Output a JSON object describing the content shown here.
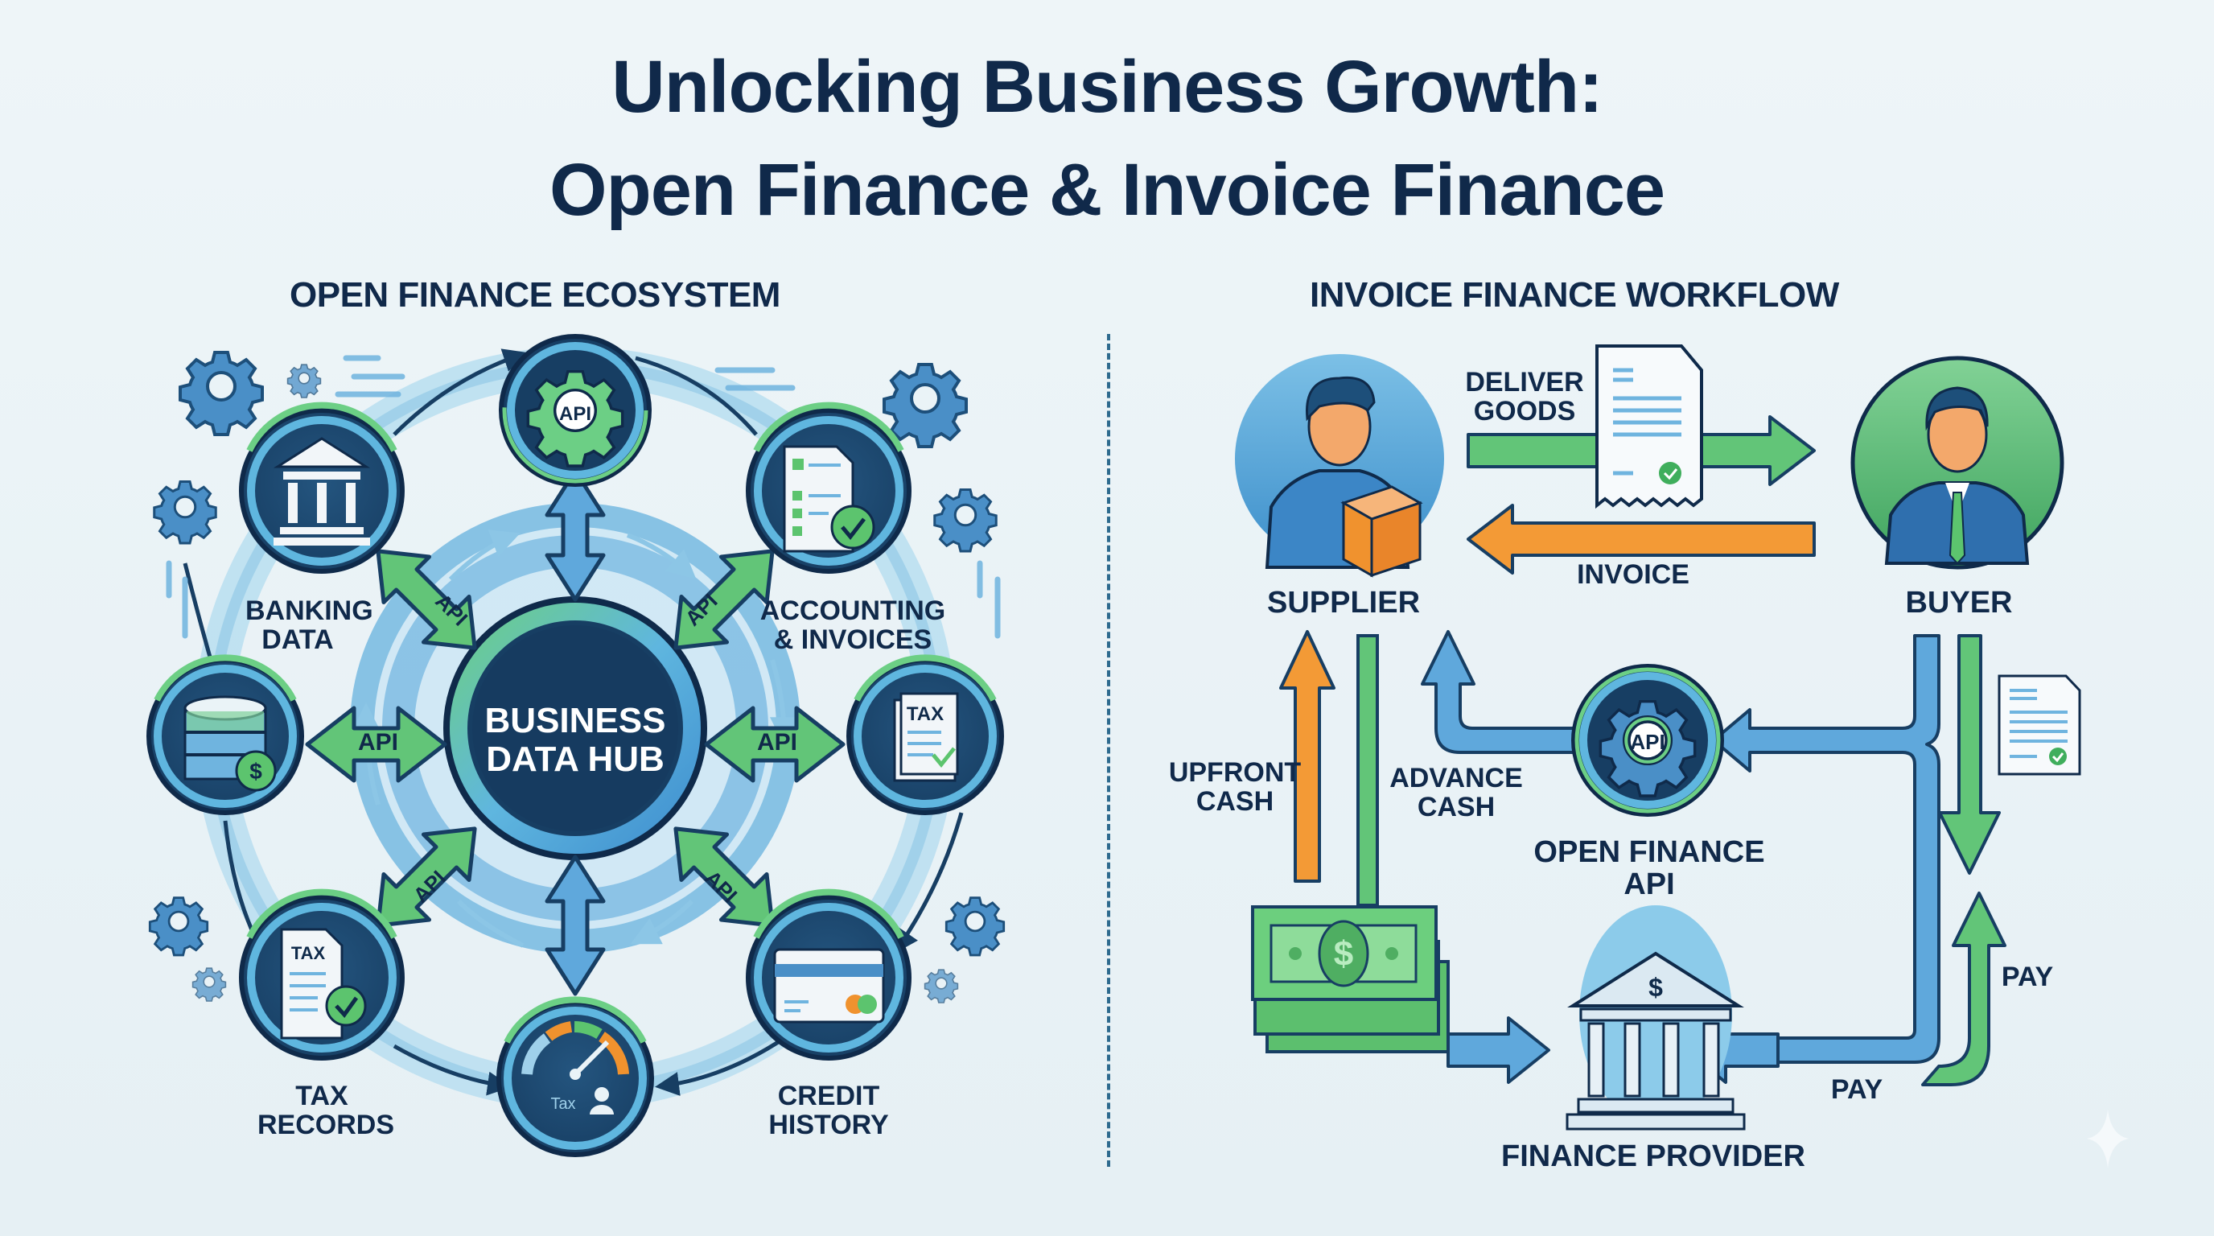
{
  "title": {
    "line1": "Unlocking Business Growth:",
    "line2": "Open Finance & Invoice Finance"
  },
  "colors": {
    "navy": "#10294a",
    "dark_blue": "#1d4f7a",
    "mid_blue": "#4a9bd4",
    "light_blue": "#9fd0ea",
    "green": "#5cc46e",
    "orange": "#f0922e",
    "background": "#eaf3f7"
  },
  "left_panel": {
    "heading": "OPEN FINANCE ECOSYSTEM",
    "hub": {
      "line1": "BUSINESS",
      "line2": "DATA HUB"
    },
    "nodes": [
      {
        "id": "api-gear",
        "icon": "gear-api-icon",
        "icon_text": "API",
        "label": ""
      },
      {
        "id": "banking",
        "icon": "bank-icon",
        "label_line1": "BANKING",
        "label_line2": "DATA"
      },
      {
        "id": "accounting",
        "icon": "checklist-document-icon",
        "label_line1": "ACCOUNTING",
        "label_line2": "& INVOICES"
      },
      {
        "id": "database",
        "icon": "database-dollar-icon",
        "label": ""
      },
      {
        "id": "tax-doc",
        "icon": "tax-document-icon",
        "icon_text": "TAX",
        "label": ""
      },
      {
        "id": "tax-records",
        "icon": "tax-check-document-icon",
        "icon_text": "TAX",
        "label_line1": "TAX",
        "label_line2": "RECORDS"
      },
      {
        "id": "credit-score",
        "icon": "credit-gauge-icon",
        "icon_text": "Tax",
        "label": ""
      },
      {
        "id": "credit-history",
        "icon": "credit-card-icon",
        "label_line1": "CREDIT",
        "label_line2": "HISTORY"
      }
    ],
    "connector_label": "API"
  },
  "right_panel": {
    "heading": "INVOICE FINANCE WORKFLOW",
    "actors": {
      "supplier": "SUPPLIER",
      "buyer": "BUYER",
      "finance_provider": "FINANCE PROVIDER",
      "open_finance_api_line1": "OPEN FINANCE",
      "open_finance_api_line2": "API",
      "api_icon_text": "API"
    },
    "flows": {
      "deliver_goods_line1": "DELIVER",
      "deliver_goods_line2": "GOODS",
      "invoice": "INVOICE",
      "upfront_cash_line1": "UPFRONT",
      "upfront_cash_line2": "CASH",
      "advance_cash_line1": "ADVANCE",
      "advance_cash_line2": "CASH",
      "pay_right": "PAY",
      "pay_bottom": "PAY"
    },
    "currency_symbol": "$"
  }
}
